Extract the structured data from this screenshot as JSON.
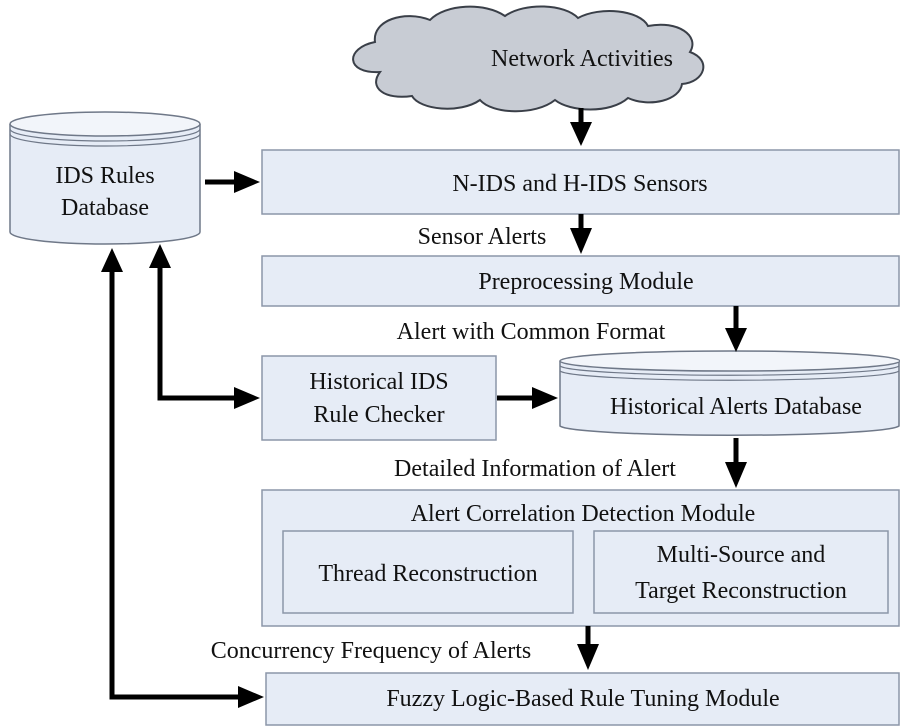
{
  "diagram": {
    "cloud_label": "Network Activities",
    "rules_db_line1": "IDS Rules",
    "rules_db_line2": "Database",
    "sensors_label": "N-IDS and H-IDS  Sensors",
    "sensor_alerts_label": "Sensor Alerts",
    "preprocessing_label": "Preprocessing Module",
    "common_format_label": "Alert with Common Format",
    "checker_line1": "Historical IDS",
    "checker_line2": "Rule Checker",
    "historical_db_label": "Historical Alerts Database",
    "detailed_info_label": "Detailed Information of Alert",
    "correlation_label": "Alert Correlation Detection Module",
    "thread_label": "Thread Reconstruction",
    "multisource_line1": "Multi-Source and",
    "multisource_line2": "Target Reconstruction",
    "concurrency_label": "Concurrency Frequency of Alerts",
    "fuzzy_label": "Fuzzy Logic-Based Rule Tuning Module"
  }
}
